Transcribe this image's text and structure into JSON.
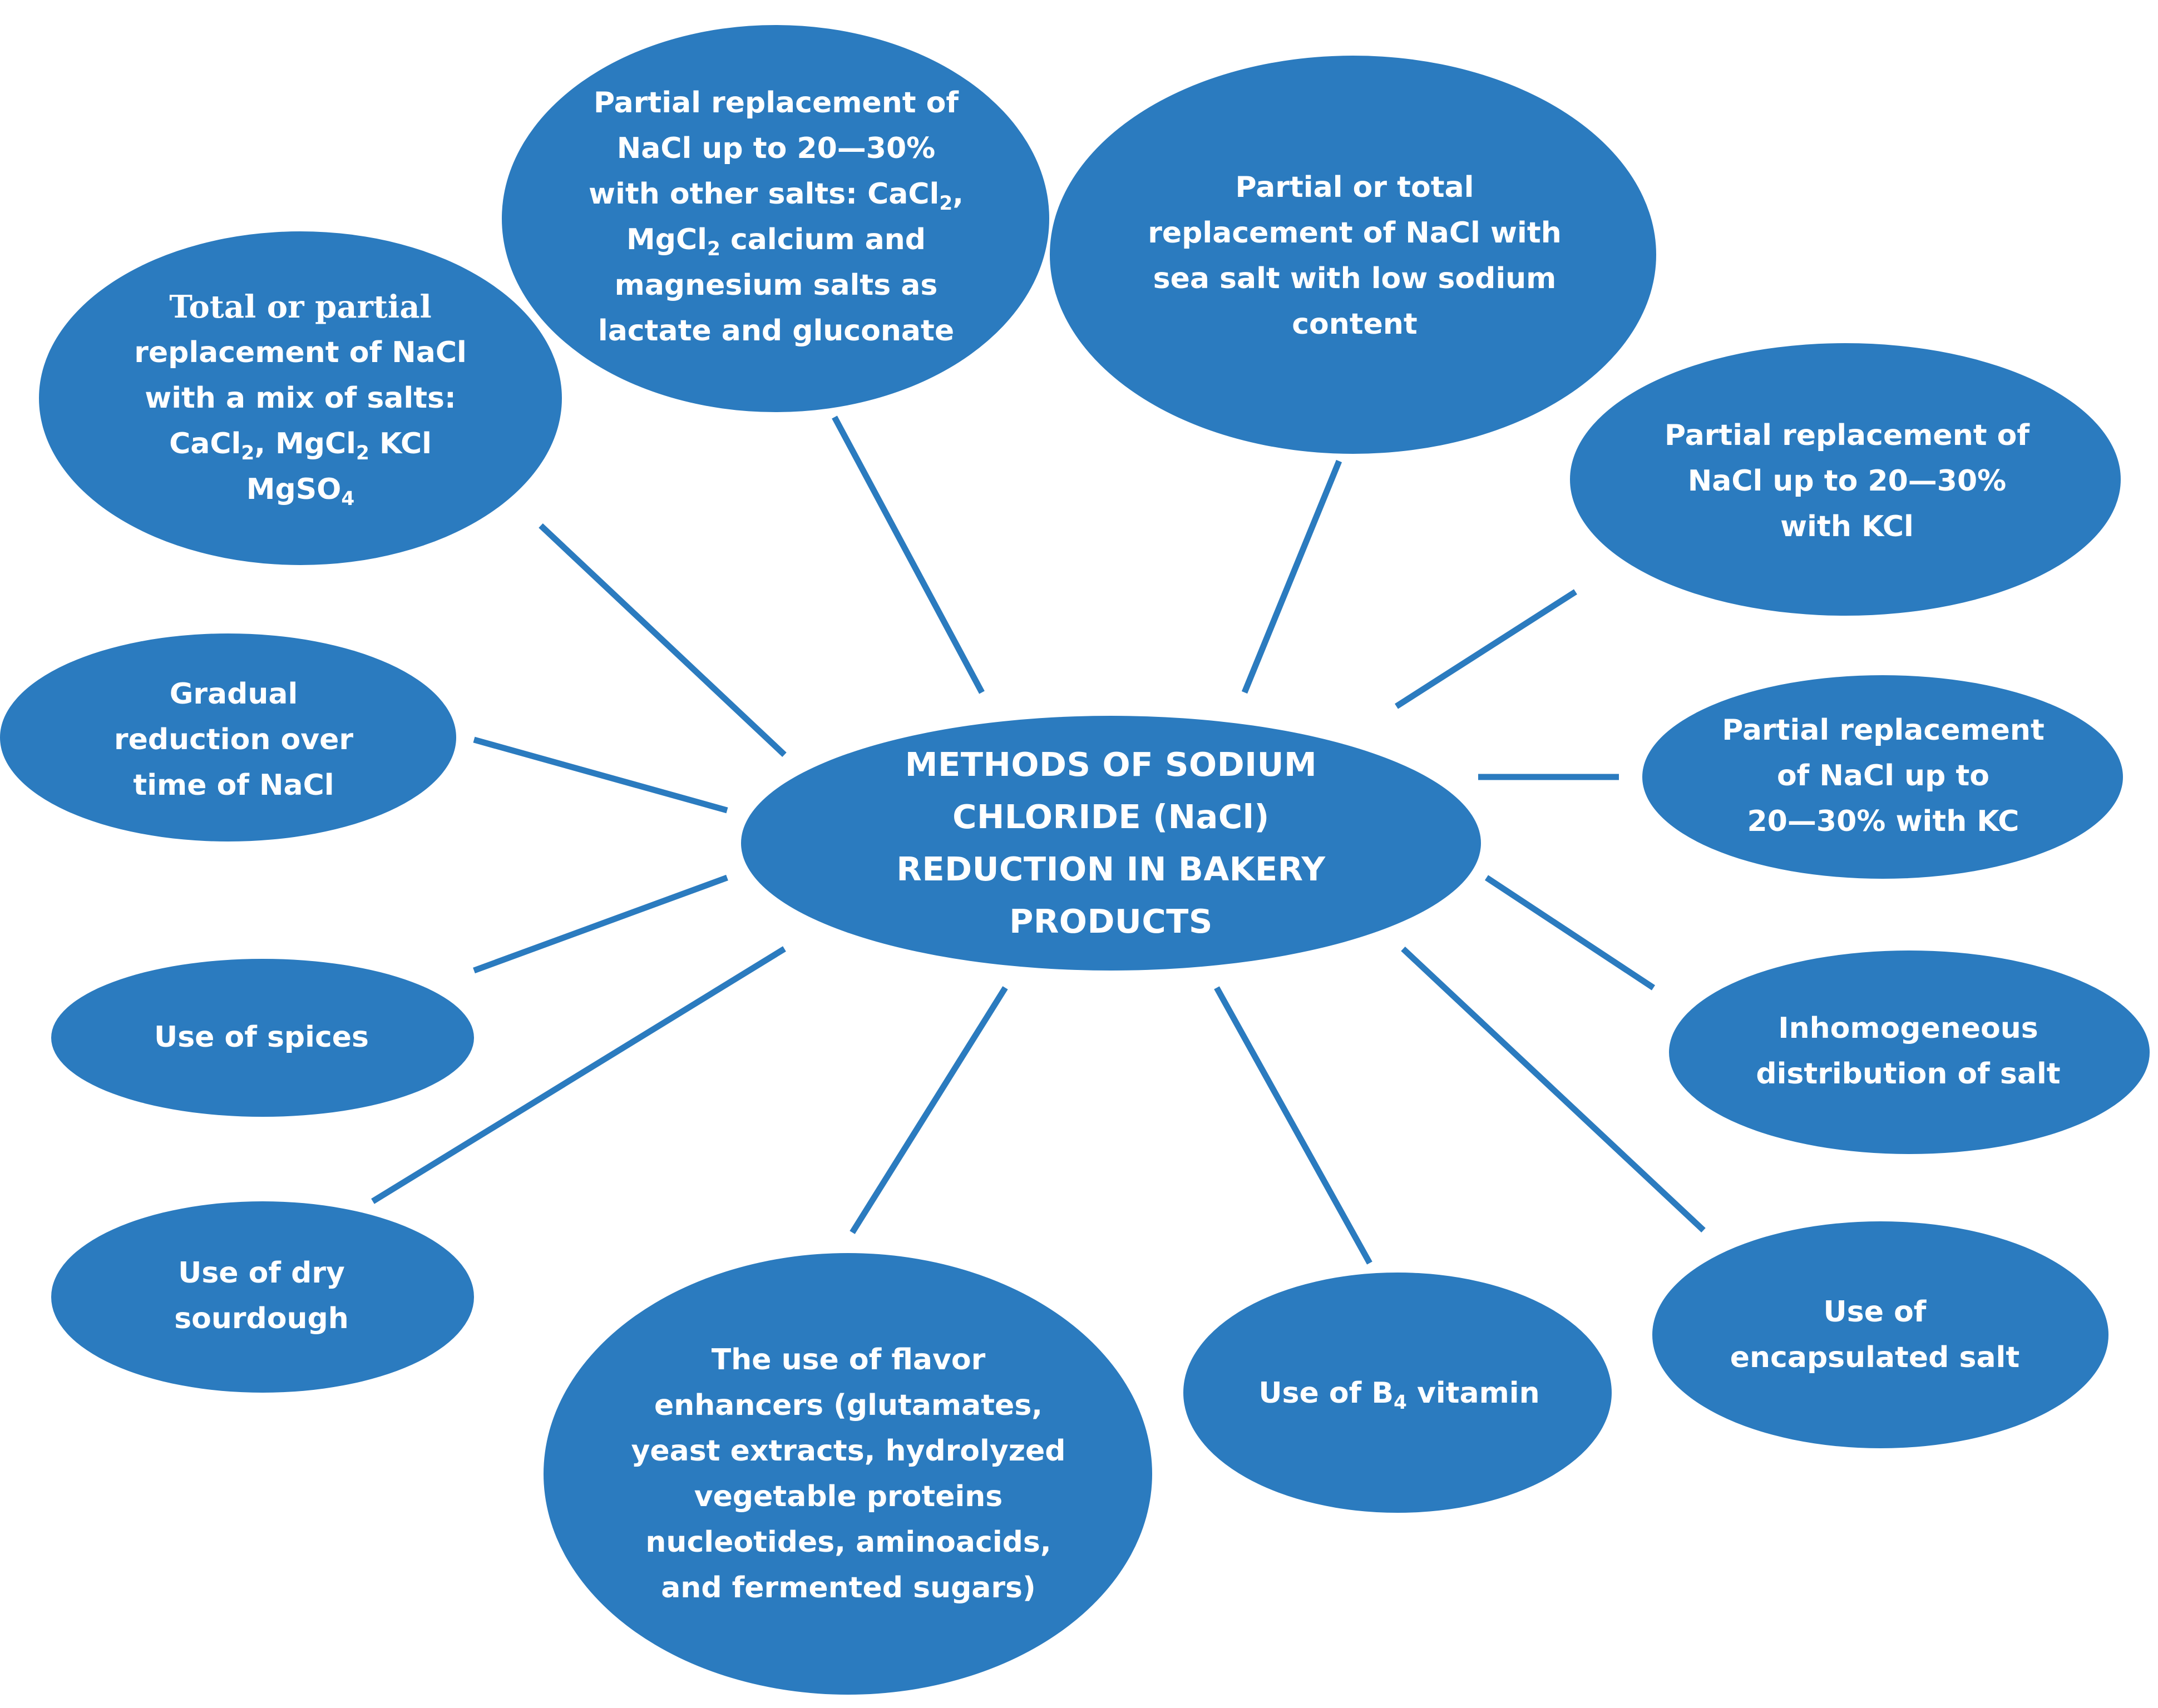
{
  "colors": {
    "bubble": "#2b7bbf",
    "connector": "#2b7bbf",
    "text": "#ffffff",
    "background": "#ffffff"
  },
  "center": {
    "title": "METHODS OF SODIUM\nCHLORIDE (NaCl)\nREDUCTION IN BAKERY\nPRODUCTS"
  },
  "nodes": {
    "mix_salts": {
      "line1": "Total or partial",
      "line2": "replacement of NaCl",
      "line3": "with a mix of salts:",
      "cacl": "CaCl",
      "cacl_sub": "2",
      "mgcl": ", MgCl",
      "mgcl_sub": "2",
      "kcl": " KCl",
      "mgso": "MgSO",
      "mgso_sub": "4"
    },
    "ca_mg_salts": {
      "line1": "Partial replacement of",
      "line2": "NaCl up to 20—30%",
      "line3": "with other salts: CaCl",
      "line3_sub": "2",
      "line3_end": ",",
      "line4": "MgCl",
      "line4_sub": "2",
      "line4_end": " calcium and",
      "line5": "magnesium salts as",
      "line6": "lactate and gluconate"
    },
    "sea_salt": {
      "text": "Partial or total\nreplacement of NaCl with\nsea salt with low sodium\ncontent"
    },
    "kcl_1": {
      "text": "Partial replacement of\nNaCl up to 20—30%\nwith KCl"
    },
    "kcl_2": {
      "text": "Partial replacement\nof NaCl up to\n20—30% with KC"
    },
    "inhomogeneous": {
      "text": "Inhomogeneous\ndistribution of salt"
    },
    "encapsulated": {
      "text": "Use of\nencapsulated salt"
    },
    "b4_vitamin": {
      "prefix": "Use of B",
      "sub": "4",
      "suffix": " vitamin"
    },
    "flavor": {
      "text": "The use of flavor\nenhancers (glutamates,\nyeast extracts, hydrolyzed\nvegetable proteins\nnucleotides, aminoacids,\nand fermented sugars)"
    },
    "sourdough": {
      "text": "Use of dry\nsourdough"
    },
    "spices": {
      "text": "Use of spices"
    },
    "gradual": {
      "text": "Gradual\nreduction over\ntime of NaCl"
    }
  }
}
